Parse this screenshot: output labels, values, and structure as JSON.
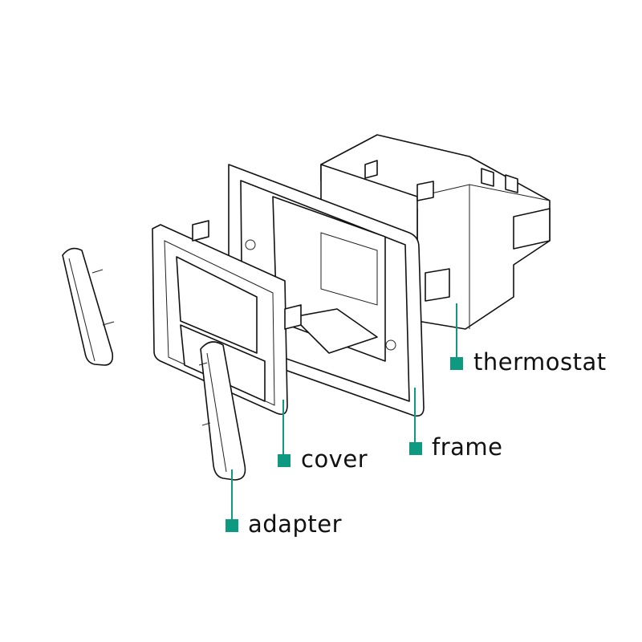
{
  "diagram": {
    "accent_color": "#0e9a80",
    "labels": {
      "thermostat": "thermostat",
      "frame": "frame",
      "cover": "cover",
      "adapter": "adapter"
    }
  }
}
